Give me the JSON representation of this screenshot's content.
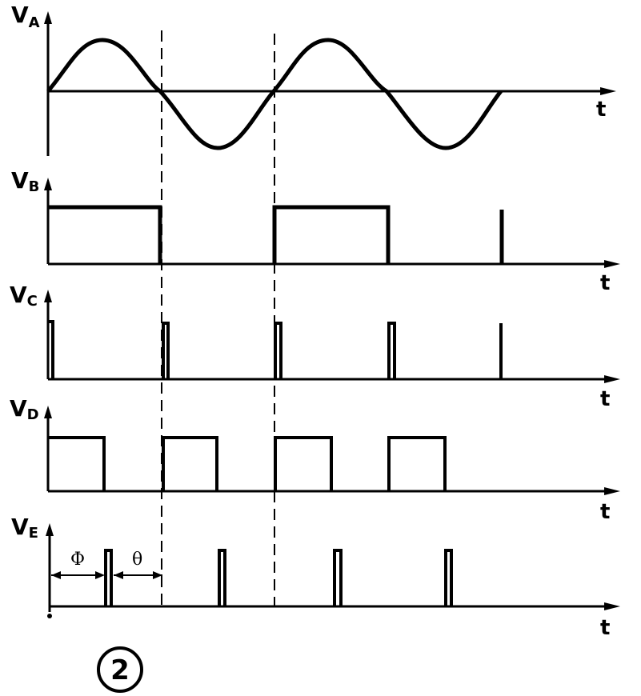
{
  "signals": [
    {
      "id": "A",
      "label": "V",
      "subscript": "A",
      "axis_label": "t"
    },
    {
      "id": "B",
      "label": "V",
      "subscript": "B",
      "axis_label": "t"
    },
    {
      "id": "C",
      "label": "V",
      "subscript": "C",
      "axis_label": "t"
    },
    {
      "id": "D",
      "label": "V",
      "subscript": "D",
      "axis_label": "t"
    },
    {
      "id": "E",
      "label": "V",
      "subscript": "E",
      "axis_label": "t"
    }
  ],
  "annotations": {
    "phi": "Φ",
    "theta": "θ"
  },
  "figure_number": "2",
  "colors": {
    "ink": "#000000",
    "paper": "#ffffff"
  }
}
